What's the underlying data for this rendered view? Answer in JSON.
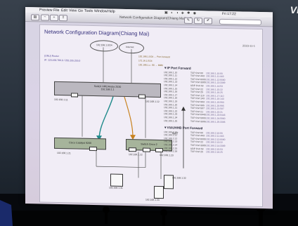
{
  "menu": {
    "items": [
      "Preview",
      "File",
      "Edit",
      "View",
      "Go",
      "Tools",
      "Window",
      "Help"
    ],
    "status": "▣ ◐ ◑ ◈ ✱ ◉",
    "time": "Fri 17:22"
  },
  "window": {
    "title": "Network Configuration Diagram(Chiang Mai).pdf"
  },
  "doc": {
    "title": "Network Configuration Diagram(Chiang Mai)",
    "date": "2023-11-1",
    "labels": {
      "isp_cloud": "192.168.1.0/24",
      "net_cloud": "Internet",
      "left_note": "(ONU) Router",
      "left_ip": "IP: 123.456.789.0 / 255.255.255.0",
      "top_notes": [
        "192.168.1.0/24 ← Port Forward",
        "172.16.1.0/24",
        "192.168.1.x : 80 → 8080"
      ],
      "core_switch": "Switch HPE/Aruba 2530",
      "core_ip": "192.168.1.1",
      "left_switch": "Cisco Catalyst 9200",
      "right_switch": "Switch Cisco 2",
      "port_left": "192.168.1.11",
      "port_right": "192.168.1.12",
      "nat": "NAT",
      "vlan_left": "192.168.1.21",
      "vlan_right": "192.168.1.22",
      "vlan_far": "192.168.1.23",
      "server_a": "192.168.1.31",
      "server_b": "192.168.1.32",
      "server_c": "192.168.1.33"
    },
    "ip_sections": [
      {
        "heading": "▼IP Port Forward",
        "rows": [
          [
            "192.168.1.10",
            "TCP Port 80",
            "192.168.1.10:80"
          ],
          [
            "192.168.1.11",
            "TCP Port 443",
            "192.168.1.11:443"
          ],
          [
            "192.168.1.12",
            "TCP Port 8080",
            "192.168.1.12:8080"
          ],
          [
            "192.168.1.13",
            "TCP Port 3389",
            "192.168.1.13:3389"
          ],
          [
            "192.168.1.14",
            "UDP Port 53",
            "192.168.1.14:53"
          ],
          [
            "192.168.1.15",
            "TCP Port 22",
            "192.168.1.15:22"
          ],
          [
            "192.168.1.16",
            "TCP Port 25",
            "192.168.1.16:25"
          ],
          [
            "192.168.1.17",
            "TCP Port 110",
            "192.168.1.17:110"
          ],
          [
            "192.168.1.18",
            "TCP Port 143",
            "192.168.1.18:143"
          ],
          [
            "192.168.1.19",
            "TCP Port 993",
            "192.168.1.19:993"
          ],
          [
            "192.168.1.20",
            "TCP Port 995",
            "192.168.1.20:995"
          ],
          [
            "192.168.1.21",
            "TCP Port 587",
            "192.168.1.21:587"
          ],
          [
            "192.168.1.22",
            "TCP Port 21",
            "192.168.1.22:21"
          ],
          [
            "192.168.1.23",
            "TCP Port 8443",
            "192.168.1.23:8443"
          ],
          [
            "192.168.1.24",
            "TCP Port 5900",
            "192.168.1.24:5900"
          ],
          [
            "192.168.1.25",
            "TCP Port 3306",
            "192.168.1.25:3306"
          ]
        ]
      },
      {
        "heading": "▼VIAUHHB Port Forward",
        "rows": [
          [
            "192.168.2.10",
            "TCP Port 80",
            "192.168.2.10:80"
          ],
          [
            "192.168.2.11",
            "TCP Port 443",
            "192.168.2.11:443"
          ],
          [
            "192.168.2.12",
            "TCP Port 8080",
            "192.168.2.12:8080"
          ],
          [
            "192.168.2.13",
            "TCP Port 22",
            "192.168.2.13:22"
          ],
          [
            "192.168.2.14",
            "TCP Port 3389",
            "192.168.2.14:3389"
          ],
          [
            "192.168.2.15",
            "UDP Port 53",
            "192.168.2.15:53"
          ],
          [
            "192.168.2.16",
            "TCP Port 25",
            "192.168.2.16:25"
          ]
        ]
      }
    ]
  },
  "overlay_text": "VI",
  "colors": {
    "accent": "#35307b",
    "arrow_teal": "#1f8a8a",
    "arrow_orange": "#c8821e",
    "menu_bg": "#efeef2"
  }
}
